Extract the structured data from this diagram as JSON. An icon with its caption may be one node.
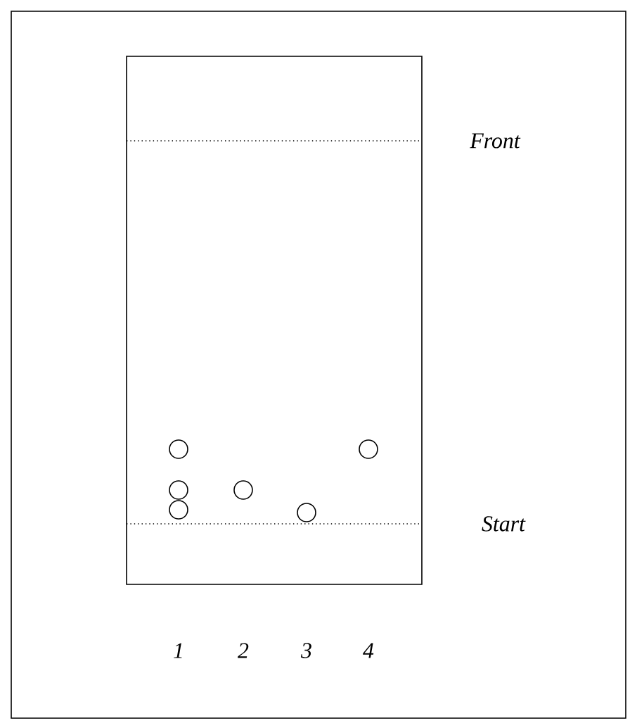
{
  "diagram": {
    "labels": [
      "Front",
      "Start",
      "1",
      "2",
      "3",
      "4"
    ]
  }
}
